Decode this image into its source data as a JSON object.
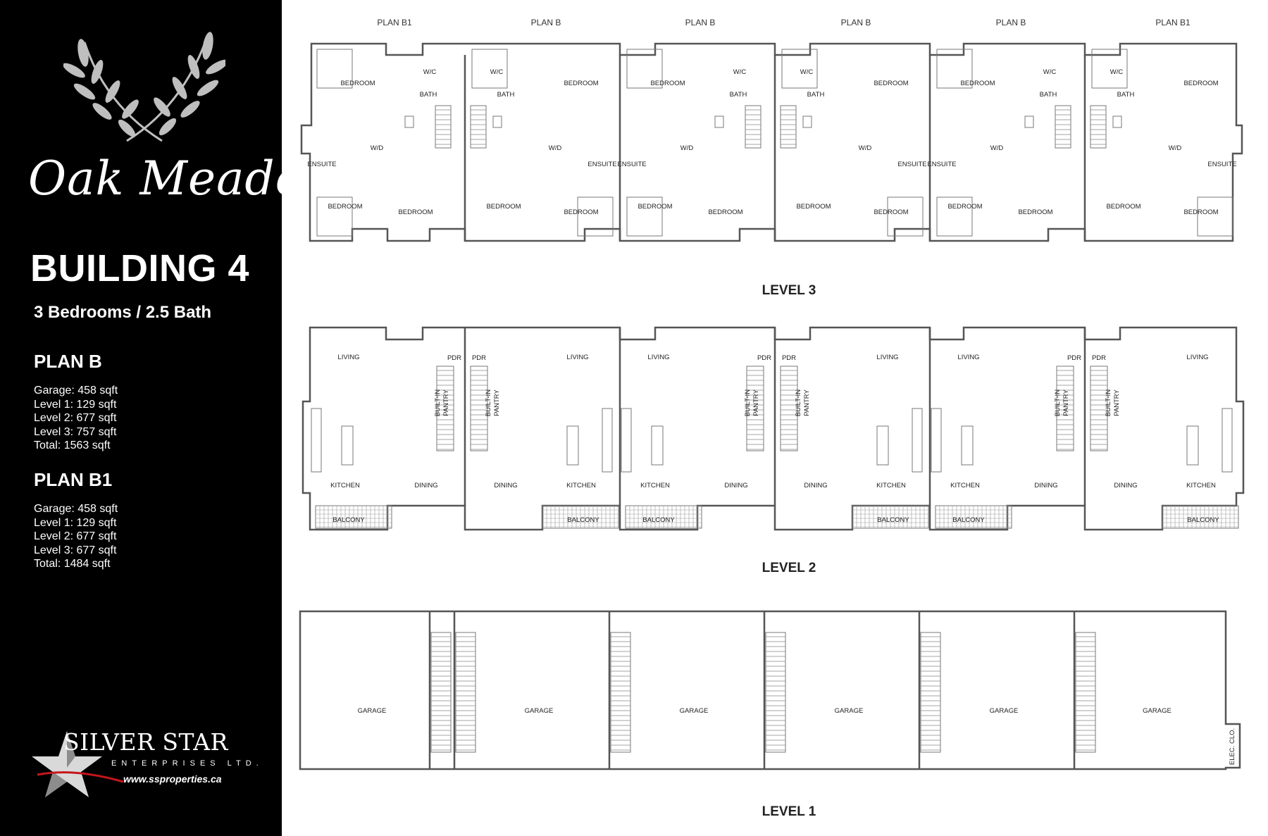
{
  "sidebar": {
    "brand": "Oak Meadows",
    "building": "BUILDING 4",
    "subtitle": "3 Bedrooms / 2.5 Bath",
    "plans": [
      {
        "name": "PLAN B",
        "stats": [
          "Garage: 458 sqft",
          "Level 1: 129 sqft",
          "Level 2: 677 sqft",
          "Level 3: 757 sqft",
          "Total: 1563 sqft"
        ]
      },
      {
        "name": "PLAN B1",
        "stats": [
          "Garage: 458 sqft",
          "Level 1: 129 sqft",
          "Level 2: 677 sqft",
          "Level 3: 677 sqft",
          "Total: 1484 sqft"
        ]
      }
    ],
    "company": {
      "name": "SILVER STAR",
      "tagline": "ENTERPRISES LTD.",
      "url": "www.ssproperties.ca"
    }
  },
  "plan_labels": [
    "PLAN B1",
    "PLAN B",
    "PLAN B",
    "PLAN B",
    "PLAN B",
    "PLAN B1"
  ],
  "levels": {
    "level3": "LEVEL 3",
    "level2": "LEVEL 2",
    "level1": "LEVEL 1"
  },
  "rooms": {
    "bedroom": "BEDROOM",
    "wc": "W/C",
    "bath": "BATH",
    "ensuite": "ENSUITE",
    "wd": "W/D",
    "living": "LIVING",
    "pdr": "PDR",
    "pantry_1": "BUILT-IN",
    "pantry_2": "PANTRY",
    "kitchen": "KITCHEN",
    "dining": "DINING",
    "balcony": "BALCONY",
    "garage": "GARAGE",
    "elec": "ELEC. CLO."
  },
  "colors": {
    "sidebar_bg": "#000000",
    "wall": "#555555",
    "wreath": "#bfbfbf",
    "star_accent": "#c4161c"
  }
}
